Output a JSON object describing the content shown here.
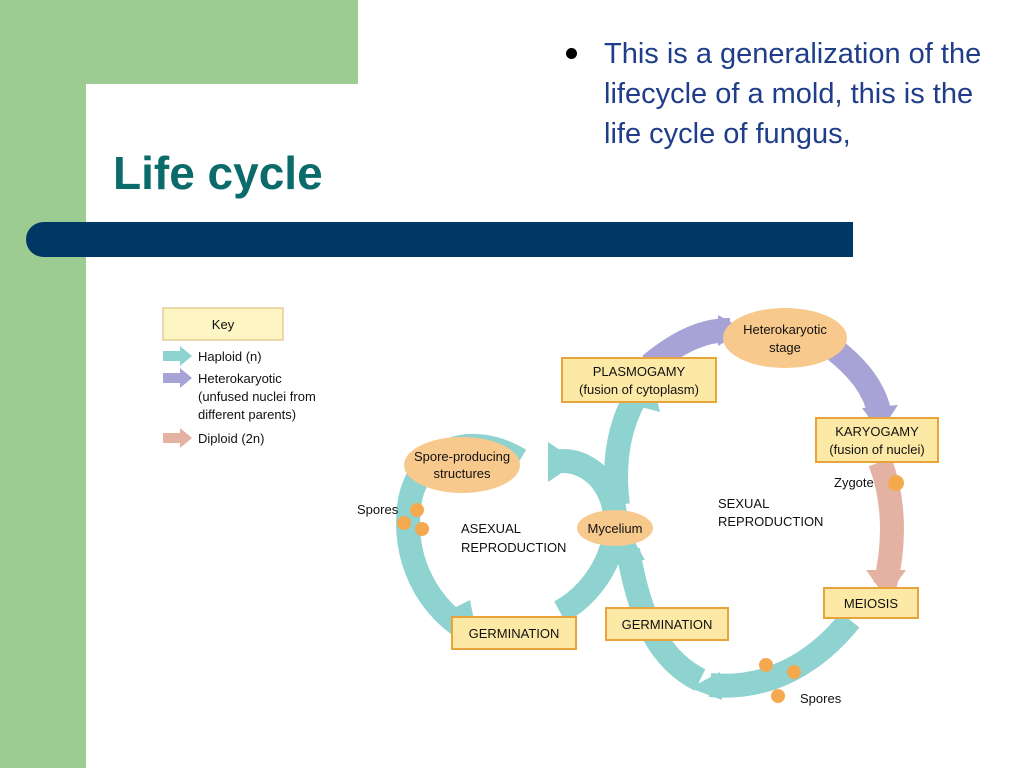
{
  "slide": {
    "title": "Life cycle",
    "bullet": "This is a generalization of the lifecycle of a mold, this is the life cycle of fungus,"
  },
  "key": {
    "title": "Key",
    "items": [
      {
        "label": "Haploid (n)",
        "color": "#8fd3d0"
      },
      {
        "label_lines": [
          "Heterokaryotic",
          "(unfused nuclei from",
          "different parents)"
        ],
        "color": "#a8a3d6"
      },
      {
        "label": "Diploid (2n)",
        "color": "#e3b2a2"
      }
    ]
  },
  "diagram": {
    "stages": {
      "heterokaryotic": [
        "Heterokaryotic",
        "stage"
      ],
      "plasmogamy": [
        "PLASMOGAMY",
        "(fusion of cytoplasm)"
      ],
      "karyogamy": [
        "KARYOGAMY",
        "(fusion of nuclei)"
      ],
      "spore_structures": [
        "Spore-producing",
        "structures"
      ],
      "mycelium": "Mycelium",
      "meiosis": "MEIOSIS",
      "germination_left": "GERMINATION",
      "germination_mid": "GERMINATION"
    },
    "labels": {
      "zygote": "Zygote",
      "spores_left": "Spores",
      "spores_bottom": "Spores",
      "asexual": [
        "ASEXUAL",
        "REPRODUCTION"
      ],
      "sexual": [
        "SEXUAL",
        "REPRODUCTION"
      ]
    },
    "colors": {
      "haploid": "#8fd3d0",
      "heterokaryotic": "#a8a3d6",
      "diploid": "#e3b2a2",
      "box_fill": "#fde9a6",
      "box_border": "#e8a33a",
      "oval_fill": "#f8c98c",
      "spore": "#f4a94f"
    }
  }
}
